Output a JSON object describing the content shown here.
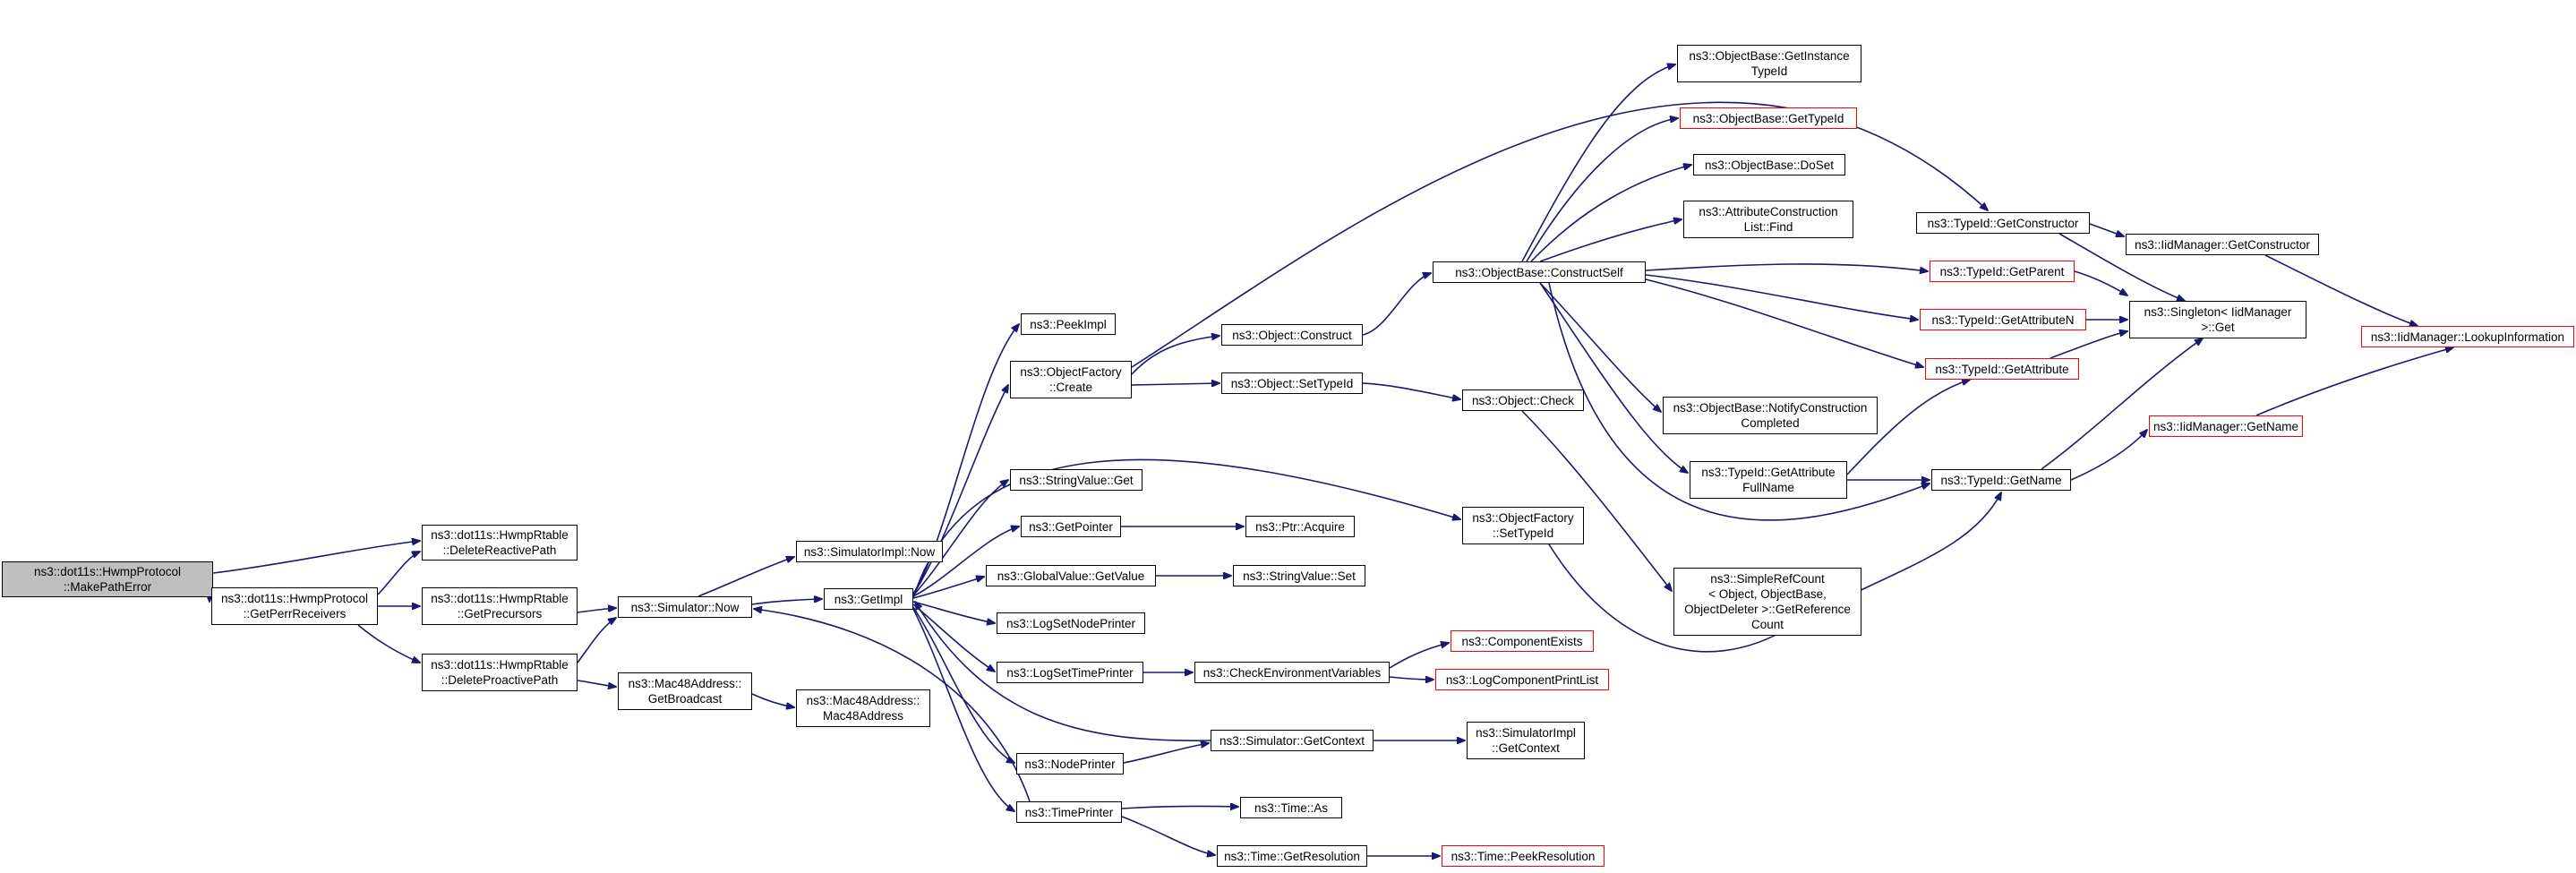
{
  "colors": {
    "edge": "#191970",
    "node_border": "#000000",
    "node_link_missing": "#ff0000",
    "root_fill": "#bfbfbf"
  },
  "nodes": {
    "make_path_error": "ns3::dot11s::HwmpProtocol\n::MakePathError",
    "delete_reactive_path": "ns3::dot11s::HwmpRtable\n::DeleteReactivePath",
    "get_perr_receivers": "ns3::dot11s::HwmpProtocol\n::GetPerrReceivers",
    "get_precursors": "ns3::dot11s::HwmpRtable\n::GetPrecursors",
    "delete_proactive_path": "ns3::dot11s::HwmpRtable\n::DeleteProactivePath",
    "simulator_now": "ns3::Simulator::Now",
    "mac48_get_broadcast": "ns3::Mac48Address::\nGetBroadcast",
    "mac48_mac48address": "ns3::Mac48Address::\nMac48Address",
    "simulator_impl_now": "ns3::SimulatorImpl::Now",
    "get_impl": "ns3::GetImpl",
    "peek_impl": "ns3::PeekImpl",
    "object_factory_create": "ns3::ObjectFactory\n::Create",
    "string_value_get": "ns3::StringValue::Get",
    "get_pointer": "ns3::GetPointer",
    "global_value_get_value": "ns3::GlobalValue::GetValue",
    "log_set_node_printer": "ns3::LogSetNodePrinter",
    "log_set_time_printer": "ns3::LogSetTimePrinter",
    "node_printer": "ns3::NodePrinter",
    "time_printer": "ns3::TimePrinter",
    "ptr_acquire": "ns3::Ptr::Acquire",
    "string_value_set": "ns3::StringValue::Set",
    "check_environment_variables": "ns3::CheckEnvironmentVariables",
    "simulator_get_context": "ns3::Simulator::GetContext",
    "time_as": "ns3::Time::As",
    "time_get_resolution": "ns3::Time::GetResolution",
    "object_construct": "ns3::Object::Construct",
    "object_set_type_id": "ns3::Object::SetTypeId",
    "object_check": "ns3::Object::Check",
    "object_factory_set_type_id": "ns3::ObjectFactory\n::SetTypeId",
    "component_exists": "ns3::ComponentExists",
    "log_component_print_list": "ns3::LogComponentPrintList",
    "simulator_impl_get_context": "ns3::SimulatorImpl\n::GetContext",
    "time_peek_resolution": "ns3::Time::PeekResolution",
    "object_base_construct_self": "ns3::ObjectBase::ConstructSelf",
    "object_base_get_instance_type_id": "ns3::ObjectBase::GetInstance\nTypeId",
    "object_base_get_type_id": "ns3::ObjectBase::GetTypeId",
    "object_base_do_set": "ns3::ObjectBase::DoSet",
    "attribute_construction_list_find": "ns3::AttributeConstruction\nList::Find",
    "object_base_notify_construction_completed": "ns3::ObjectBase::NotifyConstruction\nCompleted",
    "type_id_get_attribute_full_name": "ns3::TypeId::GetAttribute\nFullName",
    "simple_ref_count_get_reference_count": "ns3::SimpleRefCount\n< Object, ObjectBase,\nObjectDeleter >::GetReference\nCount",
    "type_id_get_constructor": "ns3::TypeId::GetConstructor",
    "type_id_get_parent": "ns3::TypeId::GetParent",
    "type_id_get_attribute_n": "ns3::TypeId::GetAttributeN",
    "type_id_get_attribute": "ns3::TypeId::GetAttribute",
    "type_id_get_name": "ns3::TypeId::GetName",
    "iid_manager_get_constructor": "ns3::IidManager::GetConstructor",
    "singleton_iid_manager_get": "ns3::Singleton< IidManager\n>::Get",
    "iid_manager_get_name": "ns3::IidManager::GetName",
    "iid_manager_lookup_information": "ns3::IidManager::LookupInformation"
  }
}
